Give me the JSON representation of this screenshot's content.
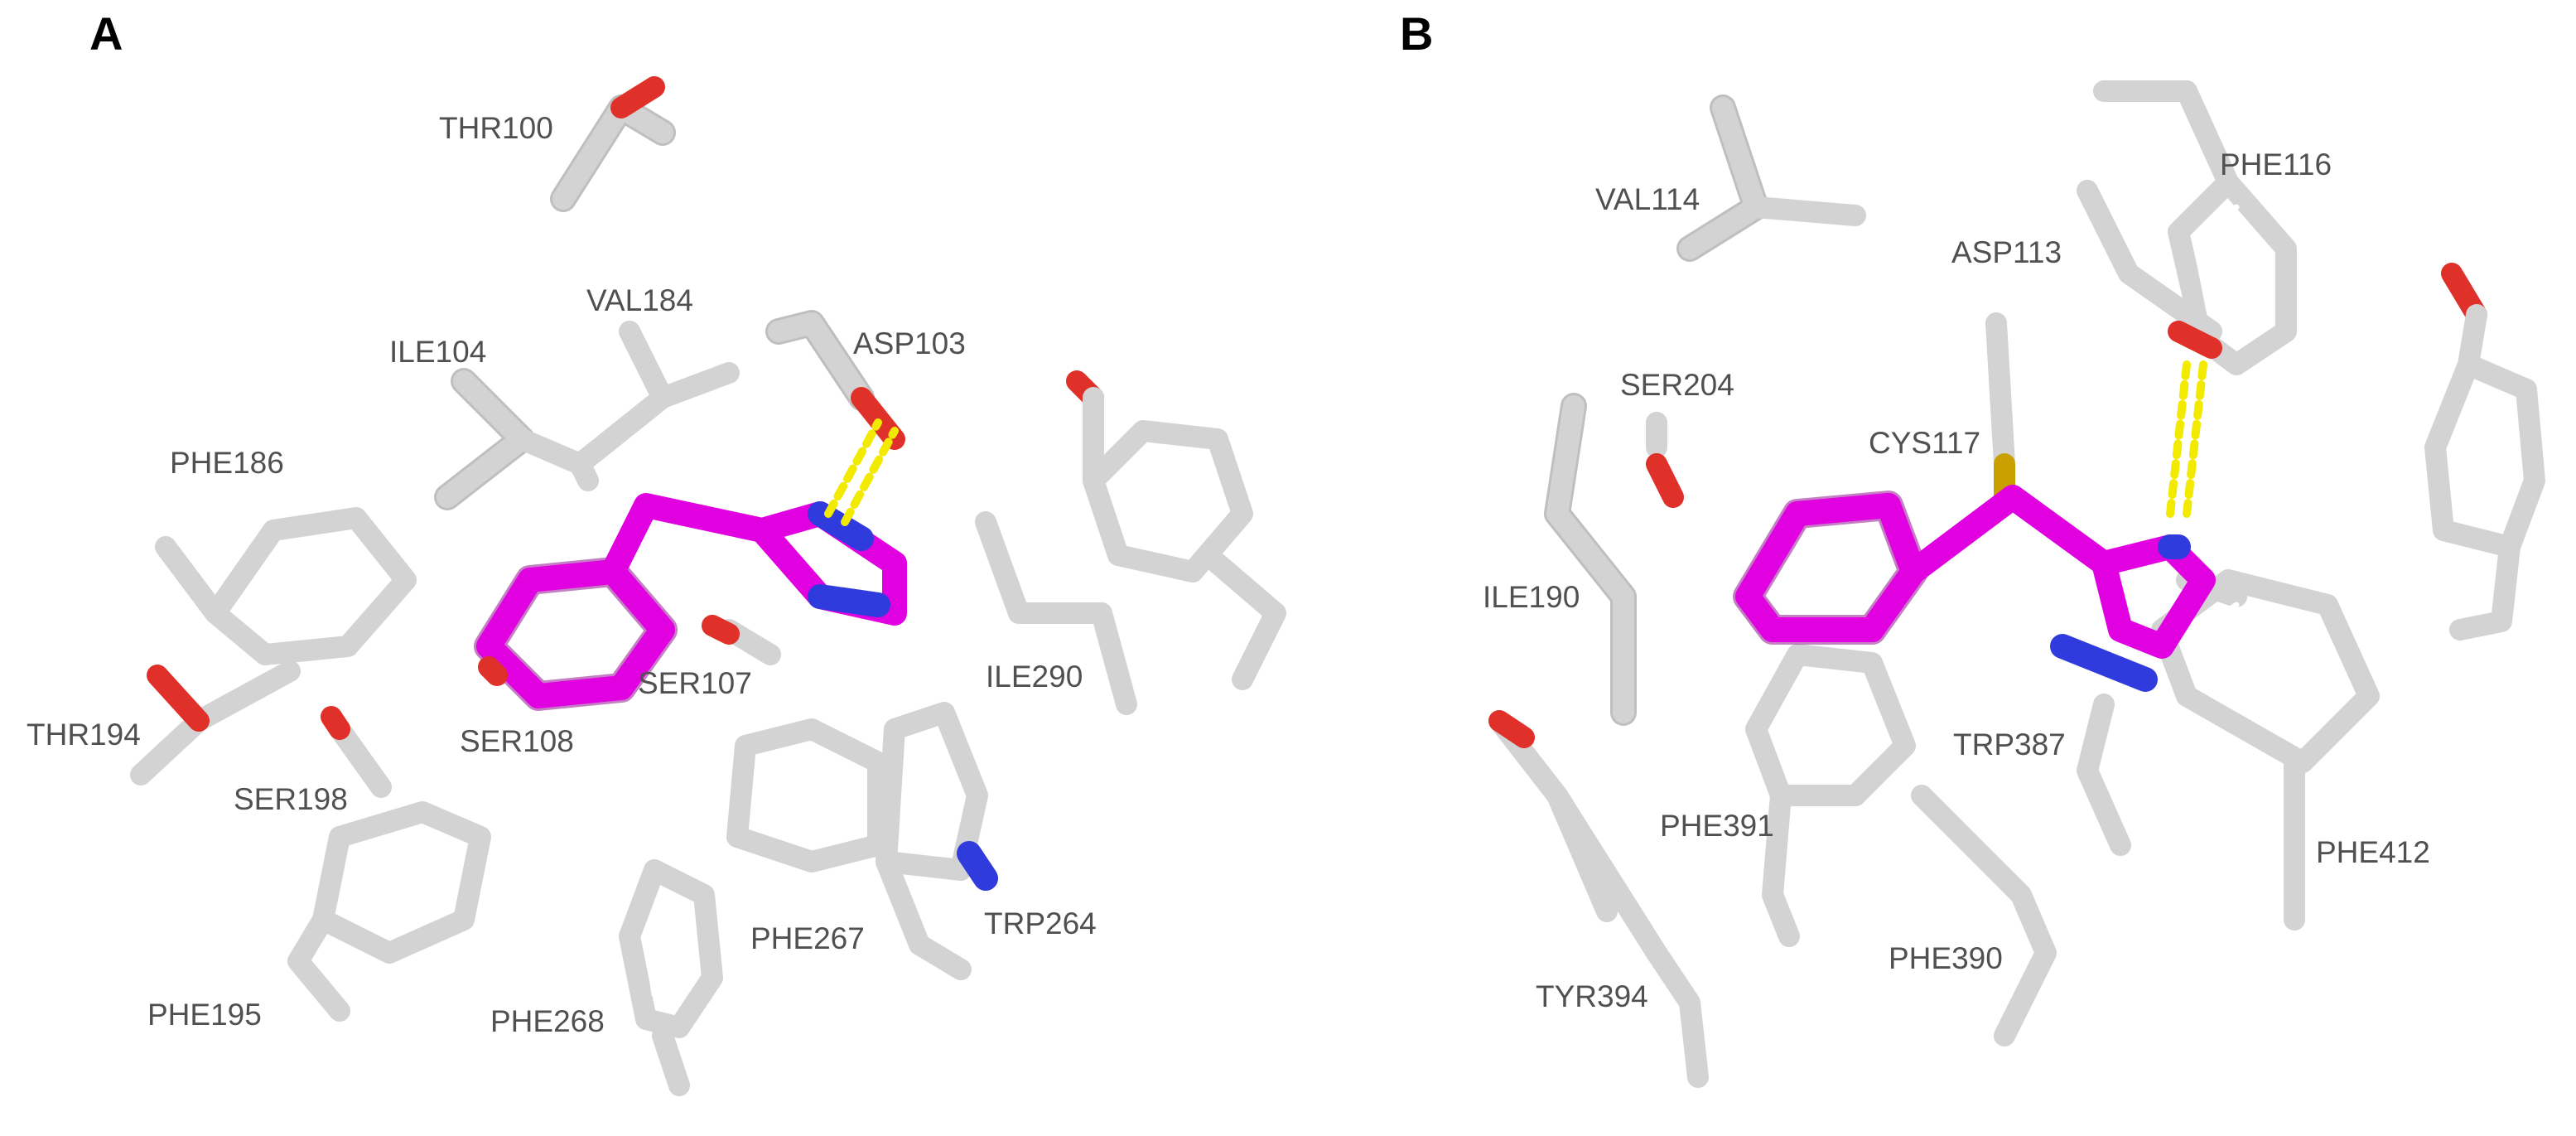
{
  "panels": {
    "a": {
      "label": "A",
      "residues": [
        "THR100",
        "VAL184",
        "ILE104",
        "ASP103",
        "PHE186",
        "THR194",
        "SER108",
        "SER107",
        "ILE290",
        "SER198",
        "PHE267",
        "TRP264",
        "PHE195",
        "PHE268"
      ]
    },
    "b": {
      "label": "B",
      "residues": [
        "PHE116",
        "VAL114",
        "ASP113",
        "SER204",
        "CYS117",
        "ILE190",
        "TRP387",
        "PHE391",
        "PHE412",
        "PHE390",
        "TYR394"
      ]
    }
  },
  "colors": {
    "ligand": "#e000e0",
    "residue": "#d3d3d3",
    "nitrogen": "#2f3bdc",
    "oxygen": "#e0302a",
    "sulfur": "#c9a000",
    "hbond": "#f2ea00"
  }
}
